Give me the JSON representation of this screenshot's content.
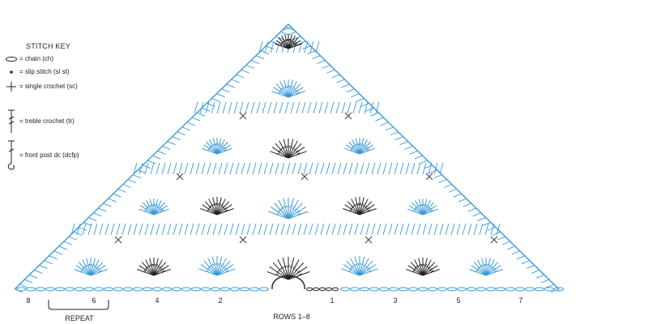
{
  "stitch_key": {
    "title": "STITCH KEY",
    "items": [
      {
        "icon": "chain-icon",
        "label": "= chain (ch)"
      },
      {
        "icon": "slip-stitch-icon",
        "label": "= slip stitch (sl st)"
      },
      {
        "icon": "single-crochet-icon",
        "label": "= single crochet (sc)"
      },
      {
        "icon": "treble-crochet-icon",
        "label": "= treble crochet (tr)"
      },
      {
        "icon": "front-post-dc-icon",
        "label": "= front post dc (dcfp)"
      }
    ]
  },
  "row_numbers": {
    "left": [
      "8",
      "6",
      "4",
      "2"
    ],
    "right": [
      "1",
      "3",
      "5",
      "7"
    ]
  },
  "repeat_label": "REPEAT",
  "rows_label": "ROWS 1–8",
  "colors": {
    "even_rows": "#3a9ad9",
    "odd_rows": "#222222"
  }
}
